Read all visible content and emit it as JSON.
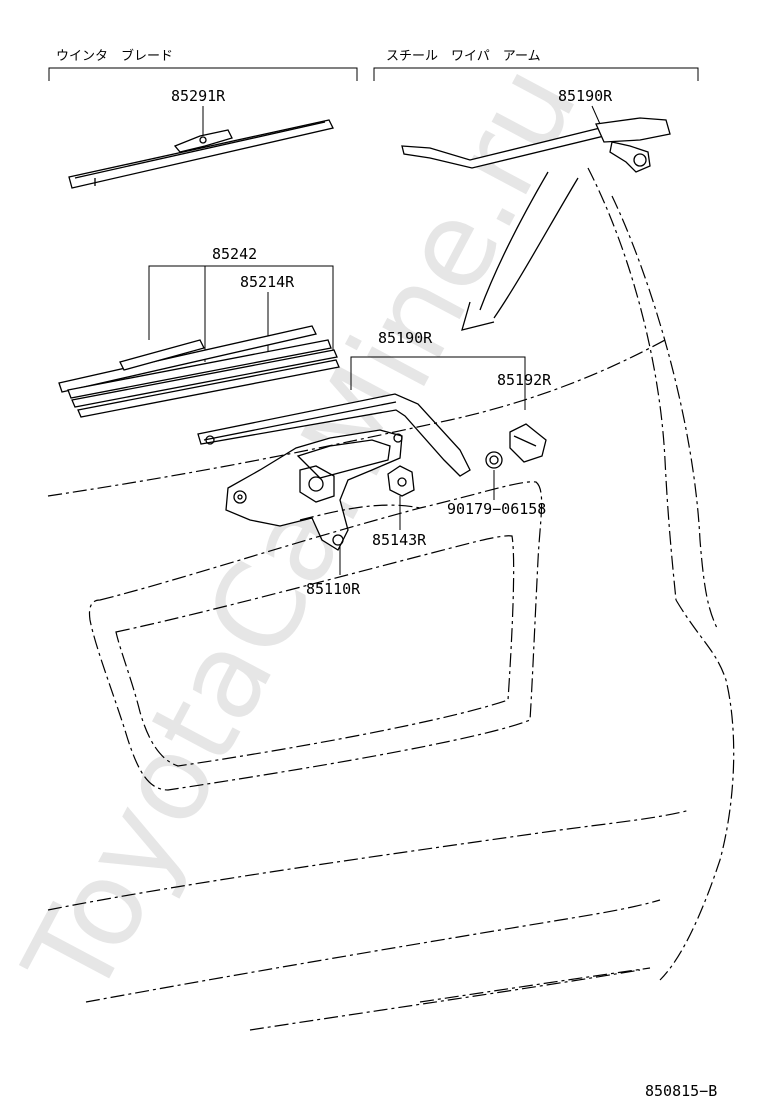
{
  "watermark": "ToyotaCarMine.ru",
  "headers": [
    {
      "id": "winter-blade",
      "text": "ウインタ　ブレード"
    },
    {
      "id": "steel-wiper-arm",
      "text": "スチール　ワイパ　アーム"
    }
  ],
  "parts": [
    {
      "id": "85291R",
      "label": "85291R"
    },
    {
      "id": "85190R-top",
      "label": "85190R"
    },
    {
      "id": "85242",
      "label": "85242"
    },
    {
      "id": "85214R",
      "label": "85214R"
    },
    {
      "id": "85190R",
      "label": "85190R"
    },
    {
      "id": "85192R",
      "label": "85192R"
    },
    {
      "id": "90179-06158",
      "label": "90179−06158"
    },
    {
      "id": "85143R",
      "label": "85143R"
    },
    {
      "id": "85110R",
      "label": "85110R"
    }
  ],
  "diagram_code": "850815−B"
}
